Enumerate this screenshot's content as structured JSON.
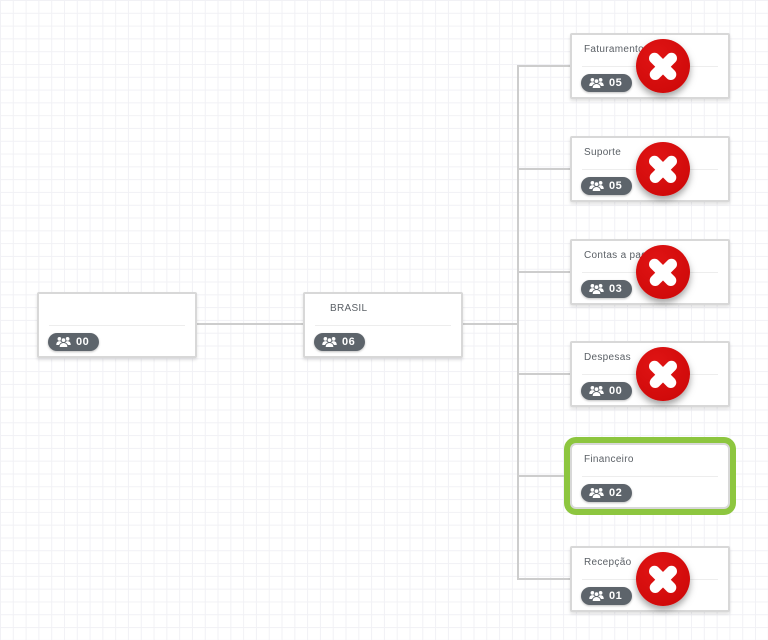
{
  "app": {
    "view": "organization-chart"
  },
  "colors": {
    "selected_outline_green": "#8dc63f",
    "delete_button_red": "#cb0707",
    "badge_background": "#5d646b",
    "connector_line": "#cdcdcd",
    "card_border": "#d8d8d8",
    "title_text": "#5b6066"
  },
  "icons": {
    "badge_icon": "users-icon",
    "delete_icon": "x-icon"
  },
  "nodes": {
    "root": {
      "title": "",
      "count": "00"
    },
    "parent": {
      "title": "BRASIL",
      "count": "06"
    },
    "children": [
      {
        "title": "Faturamento",
        "count": "05"
      },
      {
        "title": "Suporte",
        "count": "05"
      },
      {
        "title": "Contas a pagar",
        "count": "03"
      },
      {
        "title": "Despesas",
        "count": "00"
      },
      {
        "title": "Financeiro",
        "count": "02"
      },
      {
        "title": "Recepção",
        "count": "01"
      }
    ]
  }
}
